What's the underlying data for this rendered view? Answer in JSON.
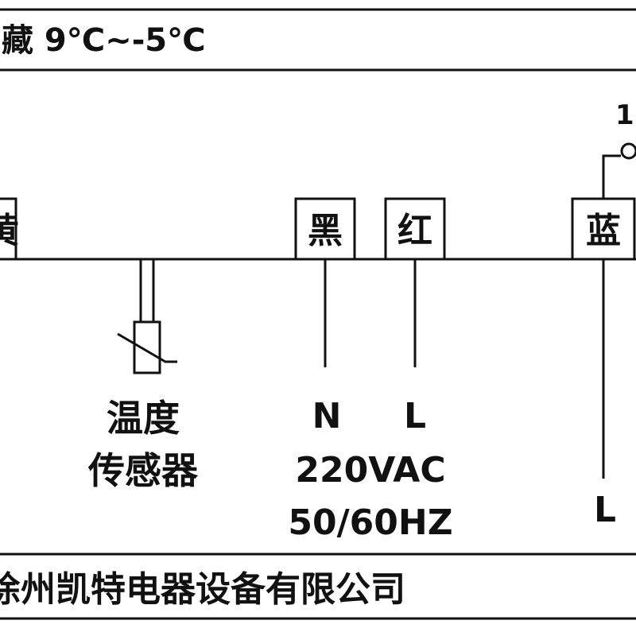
{
  "header": {
    "title": "藏 9℃~-5℃"
  },
  "terminals": {
    "left_partial": "黄",
    "black": "黑",
    "red": "红",
    "blue": "蓝"
  },
  "top_right_number": "1",
  "sensor": {
    "line1": "温度",
    "line2": "传感器"
  },
  "power": {
    "n_label": "N",
    "l_label": "L",
    "voltage": "220VAC",
    "frequency": "50/60HZ"
  },
  "right_wire_label": "L",
  "footer": {
    "company": "徐州凯特电器设备有限公司"
  },
  "colors": {
    "line": "#111111",
    "background": "#ffffff"
  }
}
